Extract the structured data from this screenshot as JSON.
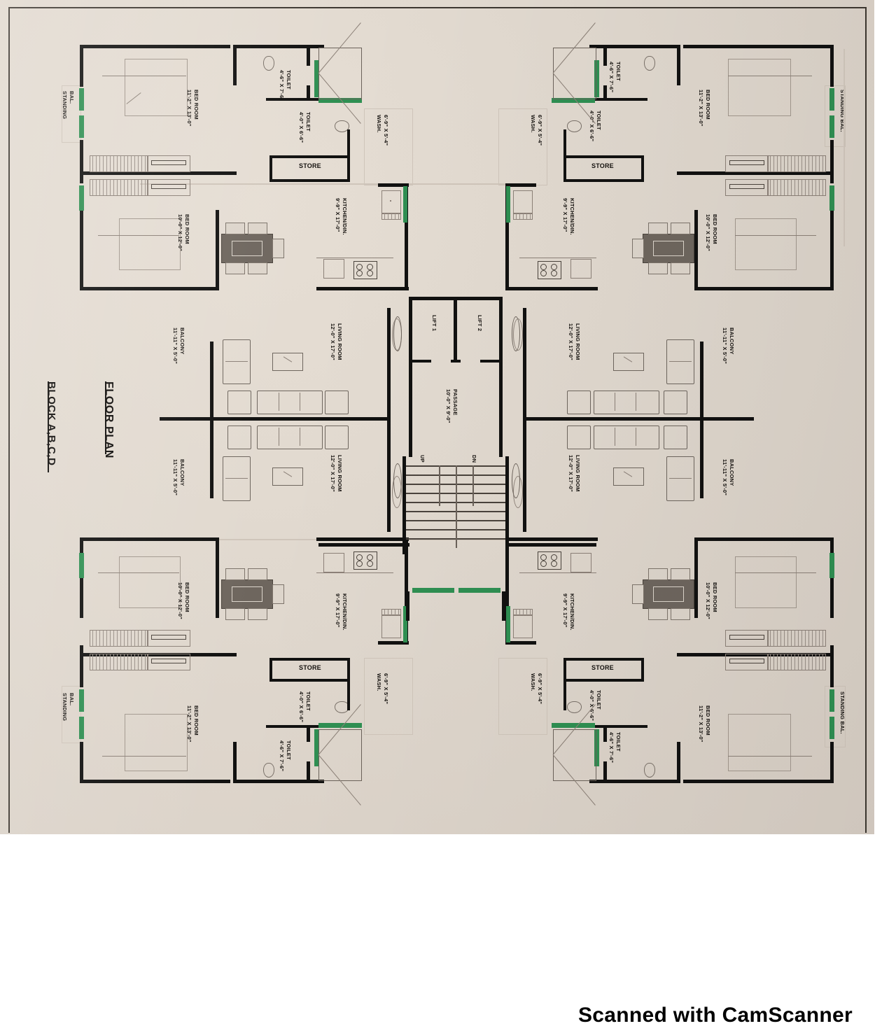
{
  "document": {
    "title": "FLOOR PLAN",
    "block": "BLOCK A,B,C,D",
    "watermark": "Scanned with CamScanner",
    "paper_color": "#e0d8ce",
    "wall_color": "#111110",
    "accent_color": "#2f8f52"
  },
  "core": {
    "lift1": "LIFT 1",
    "lift2": "LIFT 2",
    "passage": "PASSAGE",
    "passage_size": "10'-0\" X 9'-0\"",
    "stair_up": "UP",
    "stair_down": "DN"
  },
  "rooms": {
    "bedroom_master": "BED ROOM",
    "bedroom_master_size": "11'-2\" X 13'-0\"",
    "bedroom_second": "BED ROOM",
    "bedroom_second_size": "10'-0\" X 12'-0\"",
    "living": "LIVING ROOM",
    "living_size": "12'-0\" X 17'-0\"",
    "kitchen": "KITCHEN/DIN.",
    "kitchen_size": "9'-9\" X 17'-0\"",
    "balcony": "BALCONY",
    "balcony_size": "11'-11\" X 5'-0\"",
    "toilet_big": "TOILET",
    "toilet_big_size": "4'-6\" X 7'-6\"",
    "toilet_small": "TOILET",
    "toilet_small_size": "4'-0\" X 6'-6\"",
    "store": "STORE",
    "wash": "WASH.",
    "wash_size": "6'-9\" X 5'-4\"",
    "standing_bal": "STANDING BAL.",
    "bal_standing": "BAL. STANDING",
    "bal_standing_l1": "BAL.",
    "bal_standing_l2": "STANDING"
  },
  "units": [
    {
      "id": "unit-top-left",
      "position": "top-left",
      "rooms": [
        "BED ROOM 11'-2\" X 13'-0\"",
        "BED ROOM 10'-0\" X 12'-0\"",
        "LIVING ROOM 12'-0\" X 17'-0\"",
        "KITCHEN/DIN. 9'-9\" X 17'-0\"",
        "BALCONY 11'-11\" X 5'-0\"",
        "TOILET 4'-6\" X 7'-6\"",
        "TOILET 4'-0\" X 6'-6\"",
        "STORE",
        "WASH. 6'-9\" X 5'-4\"",
        "BAL. STANDING"
      ]
    },
    {
      "id": "unit-top-right",
      "position": "top-right",
      "rooms": [
        "BED ROOM 11'-2\" X 13'-0\"",
        "BED ROOM 10'-0\" X 12'-0\"",
        "LIVING ROOM 12'-0\" X 17'-0\"",
        "KITCHEN/DIN. 9'-9\" X 17'-0\"",
        "BALCONY 11'-11\" X 5'-0\"",
        "TOILET 4'-6\" X 7'-6\"",
        "TOILET 4'-0\" X 6'-6\"",
        "STORE",
        "WASH. 6'-9\" X 5'-4\"",
        "STANDING BAL."
      ]
    },
    {
      "id": "unit-bottom-left",
      "position": "bottom-left",
      "rooms": [
        "BED ROOM 10'-0\" X 12'-0\"",
        "BED ROOM 11'-2\" X 13'-0\"",
        "LIVING ROOM 12'-0\" X 17'-0\"",
        "KITCHEN/DIN. 9'-9\" X 17'-0\"",
        "BALCONY 11'-11\" X 5'-0\"",
        "TOILET 4'-6\" X 7'-6\"",
        "TOILET 4'-0\" X 6'-6\"",
        "STORE",
        "WASH. 6'-9\" X 5'-4\"",
        "BAL. STANDING"
      ]
    },
    {
      "id": "unit-bottom-right",
      "position": "bottom-right",
      "rooms": [
        "BED ROOM 10'-0\" X 12'-0\"",
        "BED ROOM 11'-2\" X 13'-0\"",
        "LIVING ROOM 12'-0\" X 17'-0\"",
        "KITCHEN/DIN. 9'-9\" X 17'-0\"",
        "BALCONY 11'-11\" X 5'-0\"",
        "TOILET 4'-6\" X 7'-6\"",
        "TOILET 4'-0\" X 6'-6\"",
        "STORE",
        "WASH. 6'-9\" X 5'-4\"",
        "STANDING BAL."
      ]
    }
  ]
}
